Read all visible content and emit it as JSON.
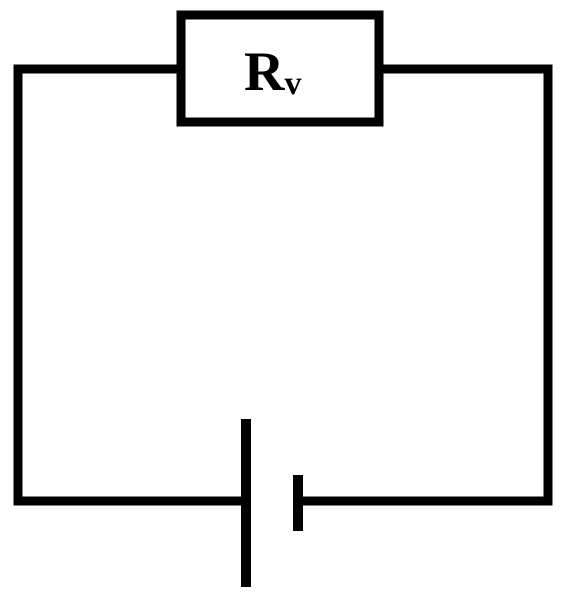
{
  "diagram": {
    "type": "circuit",
    "components": {
      "resistor": {
        "label_main": "R",
        "label_subscript": "v"
      },
      "battery": {
        "cells": 1
      }
    },
    "colors": {
      "stroke": "#000000",
      "background": "#ffffff"
    }
  }
}
